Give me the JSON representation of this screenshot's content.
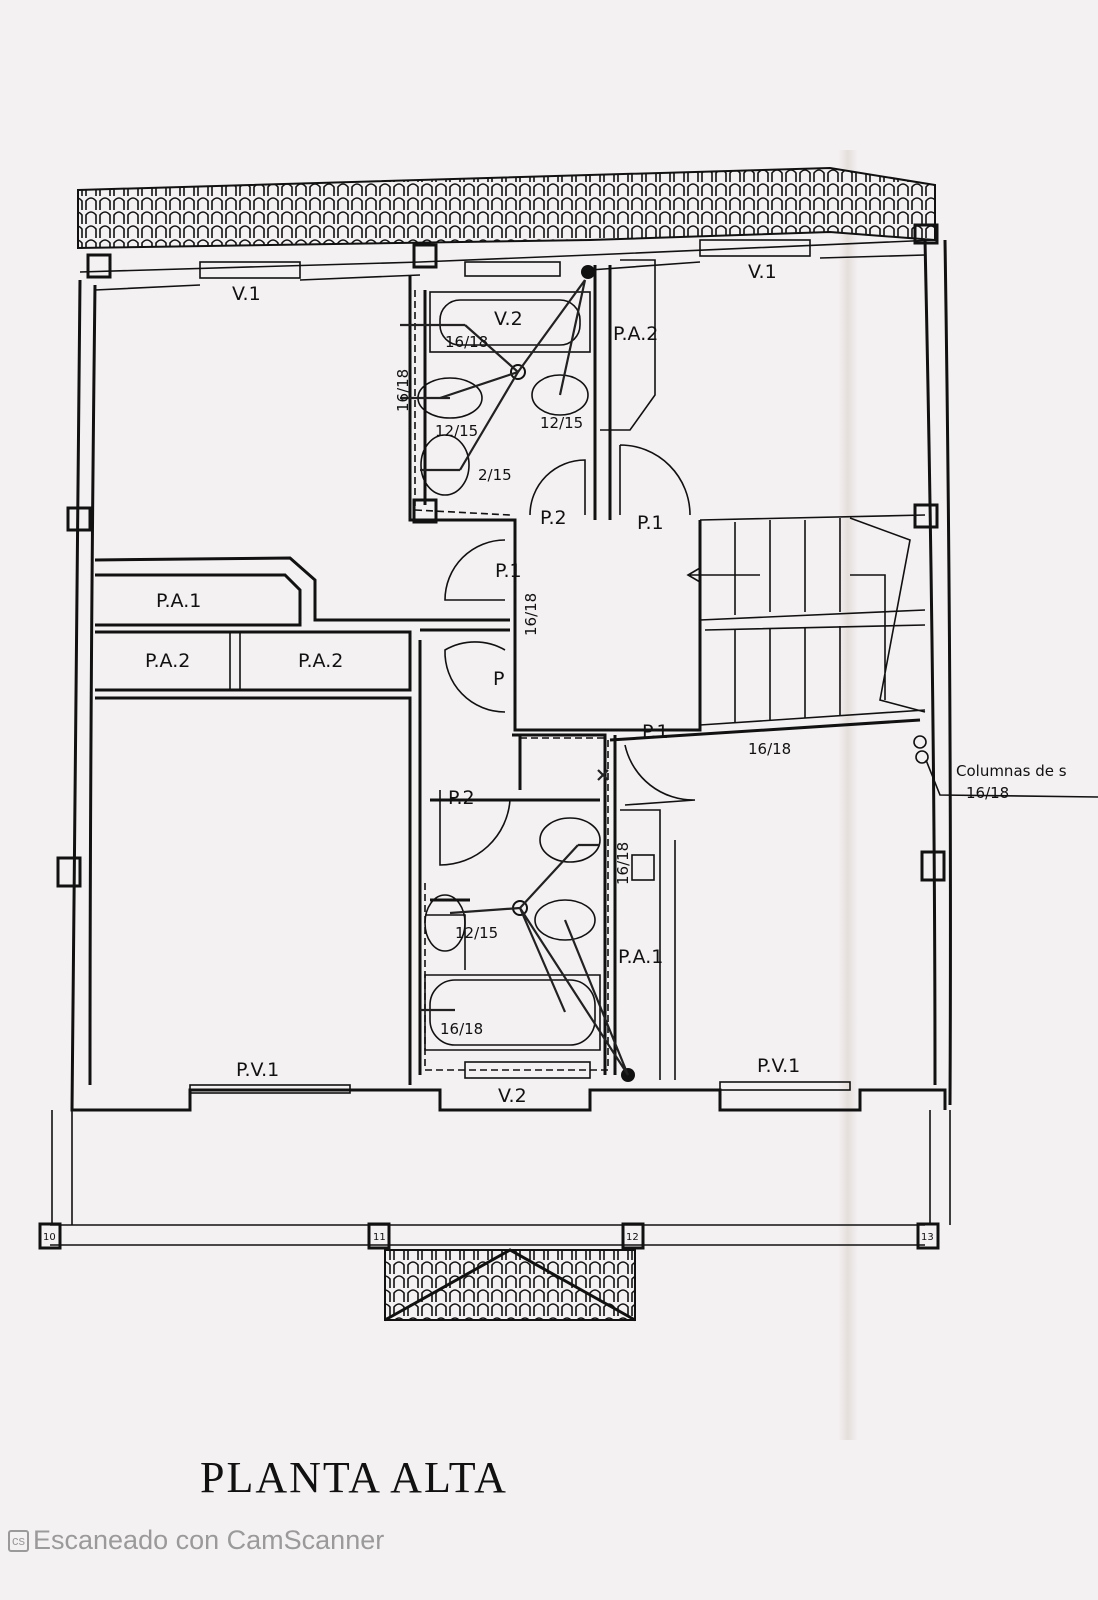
{
  "title": "PLANTA ALTA",
  "watermark": {
    "icon": "cs",
    "text": "Escaneado con CamScanner"
  },
  "labels": {
    "v1_left": "V.1",
    "v1_right": "V.1",
    "v2_top": "V.2",
    "v2_bottom": "V.2",
    "pa2_top": "P.A.2",
    "pa1_left": "P.A.1",
    "pa2_left_a": "P.A.2",
    "pa2_left_b": "P.A.2",
    "pa1_right": "P.A.1",
    "p2_top": "P.2",
    "p1_top": "P.1",
    "p1_hall": "P.1",
    "p_hall": "P",
    "p1_mid": "P.1",
    "p2_mid": "P.2",
    "pv1_left": "P.V.1",
    "pv1_right": "P.V.1"
  },
  "pipes": {
    "top_bath_wall": "16/18",
    "top_bath_tub": "16/18",
    "top_bath_bidet": "12/15",
    "top_bath_wc": "2/15",
    "top_bath_sink": "12/15",
    "hall": "16/18",
    "corridor": "16/18",
    "bottom_bath_sink": "12/15",
    "bottom_bath_tub": "16/18",
    "bottom_bath_column": "16/18"
  },
  "annotation": {
    "text": "Columnas de s",
    "size": "16/18"
  },
  "columns": [
    "10",
    "11",
    "12",
    "13"
  ]
}
